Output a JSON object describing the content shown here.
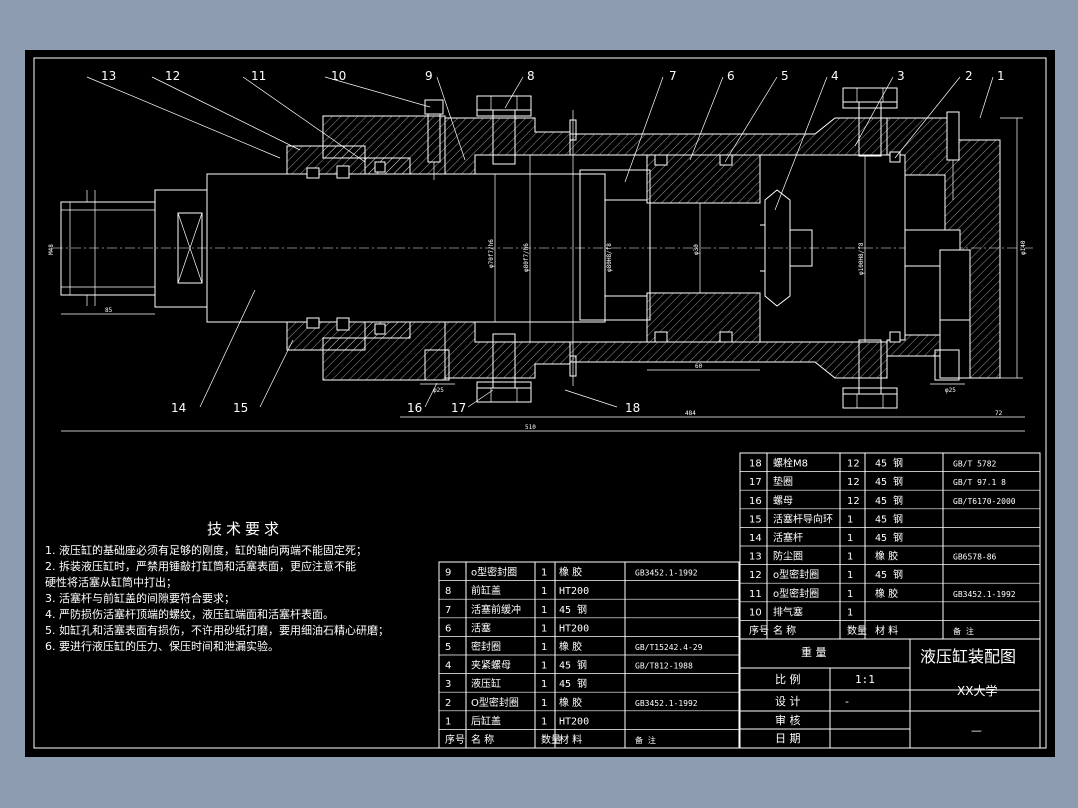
{
  "balloons": [
    "13",
    "12",
    "11",
    "10",
    "9",
    "8",
    "7",
    "6",
    "5",
    "4",
    "3",
    "2",
    "1",
    "14",
    "15",
    "16",
    "17",
    "18"
  ],
  "dims": {
    "total": "510",
    "mid": "484",
    "right": "72",
    "left": "85",
    "d_left": "M48",
    "d1": "φ70f7/h6",
    "d2": "φ80f7/h6",
    "d3": "φ80H8/f8",
    "d4": "φ30",
    "d5": "φ100H8/f8",
    "d6": "φ140",
    "port_l": "φ25",
    "port_r": "φ25",
    "gap": "60"
  },
  "notes": {
    "title": "技术要求",
    "items": [
      "1.  液压缸的基础座必须有足够的刚度，缸的轴向两端不能固定死；",
      "2.  拆装液压缸时，严禁用锤敲打缸筒和活塞表面，更应注意不能",
      "     硬性将活塞从缸筒中打出；",
      "3.  活塞杆与前缸盖的间隙要符合要求；",
      "4.  严防损伤活塞杆顶端的螺纹，液压缸端面和活塞杆表面。",
      "5.  如缸孔和活塞表面有损伤，不许用砂纸打磨，要用细油石精心研磨；",
      "6.  要进行液压缸的压力、保压时间和泄漏实验。"
    ]
  },
  "bom_right": {
    "rows": [
      [
        "18",
        "螺栓M8",
        "12",
        "45 钢",
        "GB/T 5782"
      ],
      [
        "17",
        "垫圈",
        "12",
        "45 钢",
        "GB/T 97.1 8"
      ],
      [
        "16",
        "螺母",
        "12",
        "45 钢",
        "GB/T6170-2000"
      ],
      [
        "15",
        "活塞杆导向环",
        "1",
        "45 钢",
        ""
      ],
      [
        "14",
        "活塞杆",
        "1",
        "45 钢",
        ""
      ],
      [
        "13",
        "防尘圈",
        "1",
        "橡 胶",
        "GB6578-86"
      ],
      [
        "12",
        "o型密封圈",
        "1",
        "45 钢",
        ""
      ],
      [
        "11",
        "o型密封圈",
        "1",
        "橡 胶",
        "GB3452.1-1992"
      ],
      [
        "10",
        "排气塞",
        "1",
        "",
        ""
      ]
    ],
    "header": [
      "序号",
      "名 称",
      "数量",
      "材 料",
      "备 注"
    ]
  },
  "bom_left": {
    "rows": [
      [
        "9",
        "o型密封圈",
        "1",
        "橡 胶",
        "GB3452.1-1992"
      ],
      [
        "8",
        "前缸盖",
        "1",
        "HT200",
        ""
      ],
      [
        "7",
        "活塞前缓冲",
        "1",
        "45 钢",
        ""
      ],
      [
        "6",
        "活塞",
        "1",
        "HT200",
        ""
      ],
      [
        "5",
        "密封圈",
        "1",
        "橡 胶",
        "GB/T15242.4-29"
      ],
      [
        "4",
        "夹紧螺母",
        "1",
        "45 钢",
        "GB/T812-1988"
      ],
      [
        "3",
        "液压缸",
        "1",
        "45 钢",
        ""
      ],
      [
        "2",
        "O型密封圈",
        "1",
        "橡 胶",
        "GB3452.1-1992"
      ],
      [
        "1",
        "后缸盖",
        "1",
        "HT200",
        ""
      ]
    ],
    "header": [
      "序号",
      "名 称",
      "数量",
      "材 料",
      "备 注"
    ]
  },
  "title_block": {
    "weight_label": "重 量",
    "scale_label": "比 例",
    "scale_value": "1:1",
    "design_label": "设 计",
    "design_value": "-",
    "review_label": "审 核",
    "date_label": "日 期",
    "drawing_title": "液压缸装配图",
    "school": "XX大学",
    "code": "—"
  },
  "colors": {
    "background": "#8e9cb2",
    "sheet": "#000000",
    "lines": "#ffffff"
  }
}
